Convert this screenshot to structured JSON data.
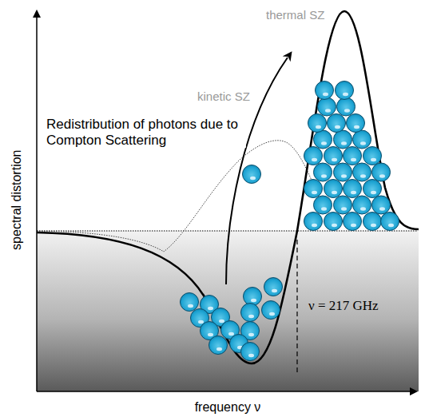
{
  "diagram": {
    "labels": [
      "thermal SZ",
      "kinetic SZ",
      "Redistribution of photons due to Compton Scattering",
      "ν = 217 GHz",
      "spectral distortion",
      "frequency ν"
    ]
  }
}
